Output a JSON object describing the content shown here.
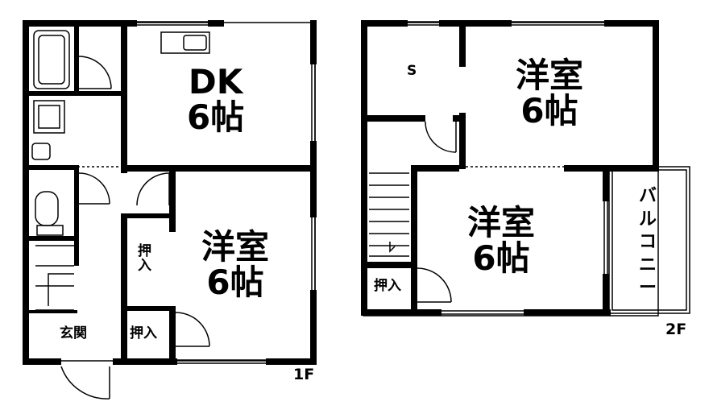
{
  "floor_1": {
    "label": "1F",
    "rooms": {
      "dk": "DK\n6帖",
      "western": "洋室\n6帖",
      "closet_1": "押\n入",
      "closet_2": "押入",
      "entrance": "玄関"
    }
  },
  "floor_2": {
    "label": "2F",
    "rooms": {
      "storage": "S",
      "western_north": "洋室\n6帖",
      "western_south": "洋室\n6帖",
      "closet": "押入",
      "balcony": "バ\nル\nコ\nニ\nー"
    }
  }
}
